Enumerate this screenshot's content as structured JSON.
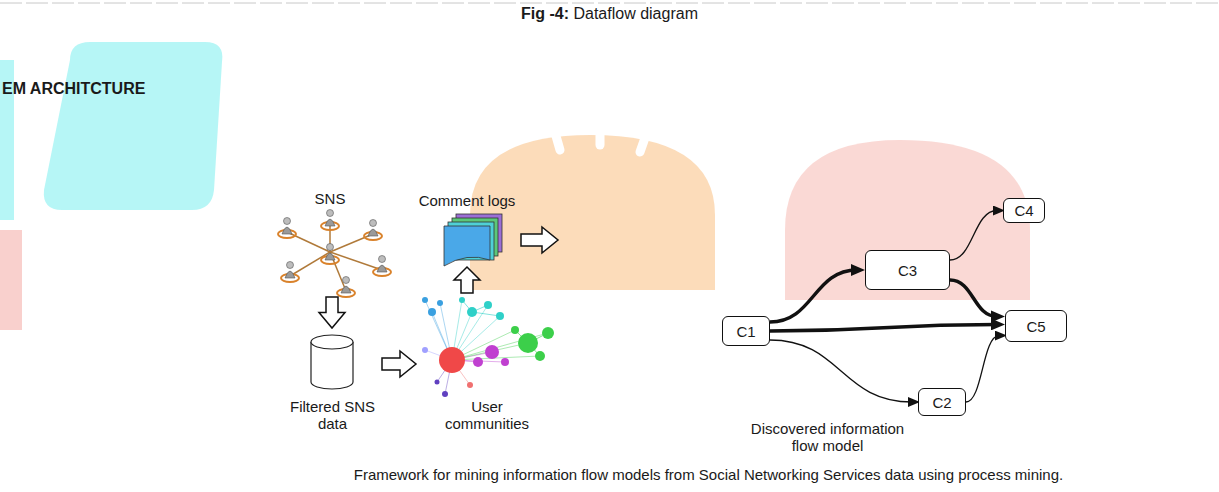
{
  "diagram": {
    "caption": "Framework for mining information flow models from Social Networking Services data using process mining.",
    "nodes": [
      {
        "text": [
          "SNS"
        ]
      },
      {
        "text": [
          "Comment logs"
        ]
      },
      {
        "text": [
          "Filtered SNS data"
        ]
      },
      {
        "text": [
          "User communities"
        ]
      },
      {
        "text": [
          "Discovered information flow model"
        ]
      },
      {
        "text": [
          "C1"
        ],
        "in": 4
      },
      {
        "text": [
          "C3"
        ],
        "in": 4
      },
      {
        "text": [
          "C4"
        ],
        "in": 4
      },
      {
        "text": [
          "C5"
        ],
        "in": 4
      },
      {
        "text": [
          "C2"
        ],
        "in": 4
      }
    ],
    "edges": [
      {
        "from": 0,
        "to": 2,
        "arrow": "to"
      },
      {
        "from": 2,
        "to": 3,
        "arrow": "to"
      },
      {
        "from": 3,
        "to": 1,
        "arrow": "to"
      },
      {
        "from": 1,
        "to": 4,
        "arrow": "to"
      },
      {
        "from": 5,
        "to": 6,
        "arrow": "to"
      },
      {
        "from": 5,
        "to": 8,
        "arrow": "to"
      },
      {
        "from": 5,
        "to": 9,
        "arrow": "to"
      },
      {
        "from": 6,
        "to": 7,
        "arrow": "to"
      },
      {
        "from": 6,
        "to": 8,
        "arrow": "to"
      },
      {
        "from": 9,
        "to": 8,
        "arrow": "to"
      }
    ],
    "labels": [
      "Fig -4:",
      "Dataflow diagram",
      "EM ARCHITCTURE"
    ]
  }
}
